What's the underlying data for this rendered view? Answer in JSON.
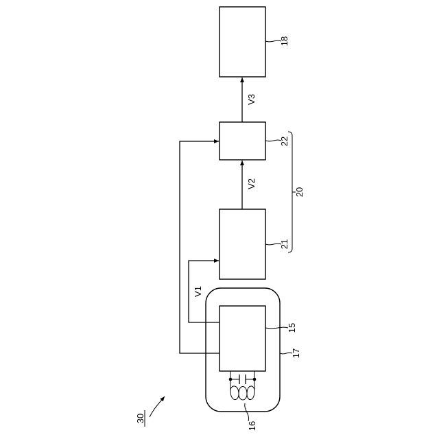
{
  "figure": {
    "labels": {
      "block_18": "18",
      "block_22": "22",
      "block_21": "21",
      "group_20": "20",
      "block_15": "15",
      "housing_17": "17",
      "coil_16": "16",
      "device_30": "30"
    },
    "signals": {
      "v1": "V1",
      "v2": "V2",
      "v3": "V3"
    }
  }
}
